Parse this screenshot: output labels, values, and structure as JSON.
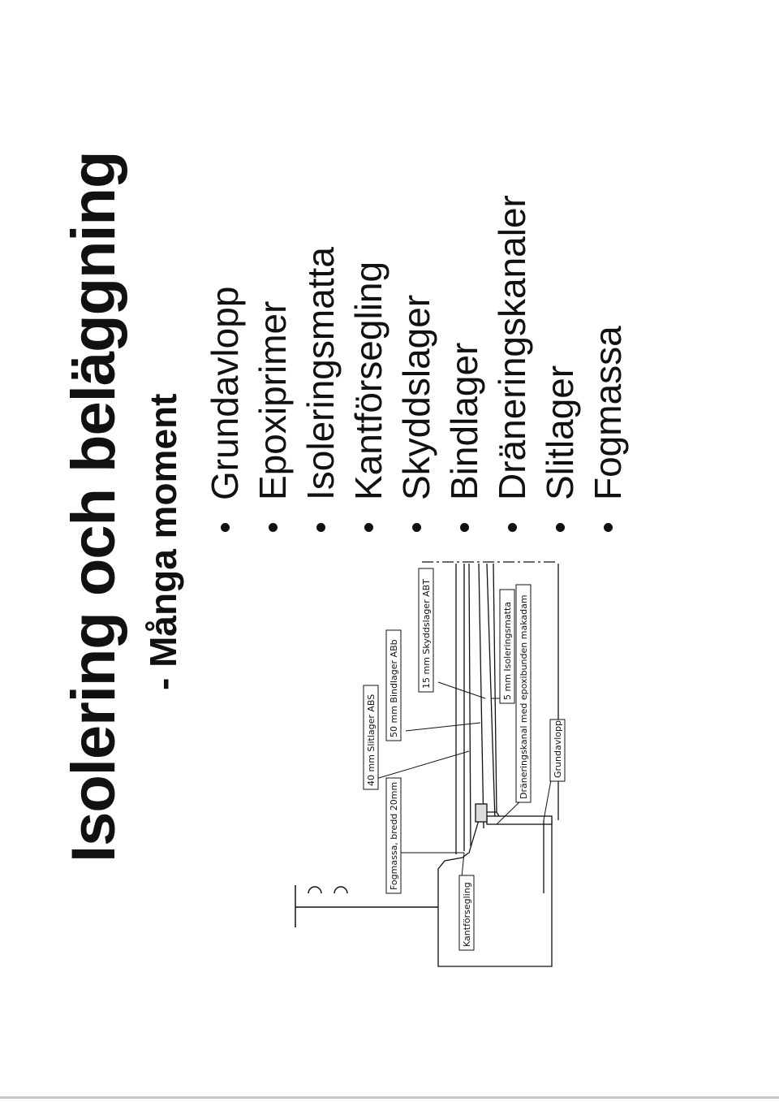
{
  "title": "Isolering och beläggning",
  "subtitle": "- Många moment",
  "bullets": [
    "Grundavlopp",
    "Epoxiprimer",
    "Isoleringsmatta",
    "Kantförsegling",
    "Skyddslager",
    "Bindlager",
    "Dräneringskanaler",
    "Slitlager",
    "Fogmassa"
  ],
  "diagram": {
    "labels": {
      "slitlager": "40 mm Slitlager ABS",
      "fogmassa": "Fogmassa, bredd 20mm",
      "bindlager": "50 mm Bindlager ABb",
      "skyddslager": "15 mm Skyddslager ABT",
      "isoleringsmatta": "5 mm Isoleringsmatta",
      "dranering": "Dräneringskanal med epoxibunden makadam",
      "grundavlopp": "Grundavlopp",
      "kantforsegling": "Kantförsegling"
    }
  }
}
